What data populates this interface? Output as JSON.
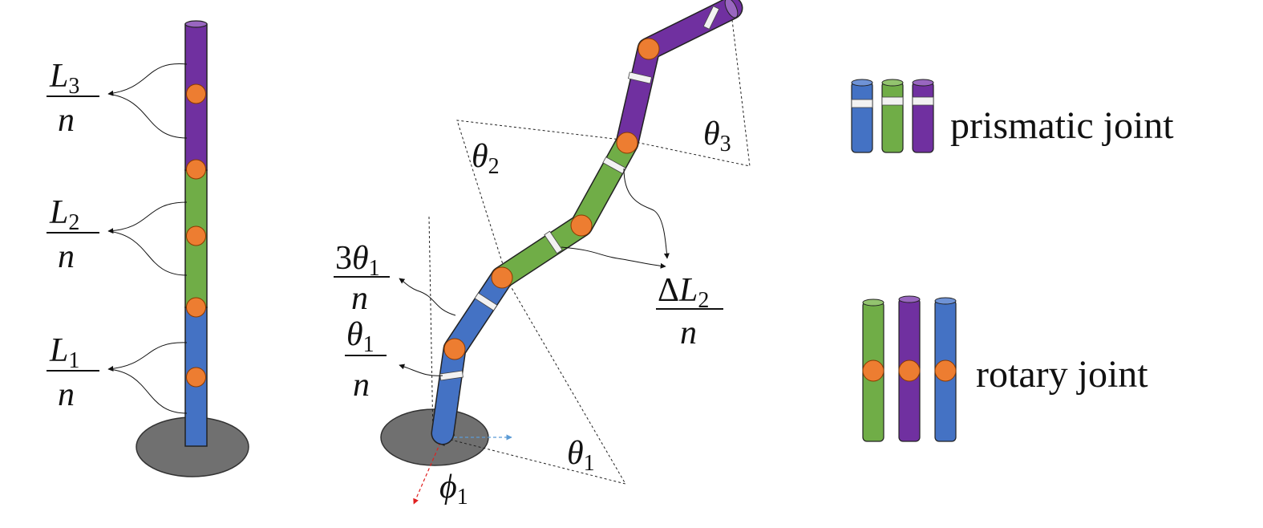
{
  "colors": {
    "blue": "#4472c4",
    "green": "#70ad47",
    "purple": "#7030a0",
    "joint": "#ed7d31",
    "base": "#707070",
    "slider": "#f2f2f2",
    "x_axis": "#5b9bd5",
    "y_axis": "#e02020"
  },
  "labels": {
    "L3_sym": "L",
    "L3_sub": "3",
    "L3_den": "n",
    "L2_sym": "L",
    "L2_sub": "2",
    "L2_den": "n",
    "L1_sym": "L",
    "L1_sub": "1",
    "L1_den": "n",
    "three_theta1_coef": "3",
    "three_theta1_sym": "θ",
    "three_theta1_sub": "1",
    "three_theta1_den": "n",
    "theta1n_sym": "θ",
    "theta1n_sub": "1",
    "theta1n_den": "n",
    "dL2_delta": "Δ",
    "dL2_sym": "L",
    "dL2_sub": "2",
    "dL2_den": "n",
    "theta1_sym": "θ",
    "theta1_sub": "1",
    "theta2_sym": "θ",
    "theta2_sub": "2",
    "theta3_sym": "θ",
    "theta3_sub": "3",
    "phi1_sym": "ϕ",
    "phi1_sub": "1"
  },
  "legend": {
    "prismatic": "prismatic joint",
    "rotary": "rotary joint"
  },
  "icons": {
    "arrow": "arrowhead-icon"
  }
}
